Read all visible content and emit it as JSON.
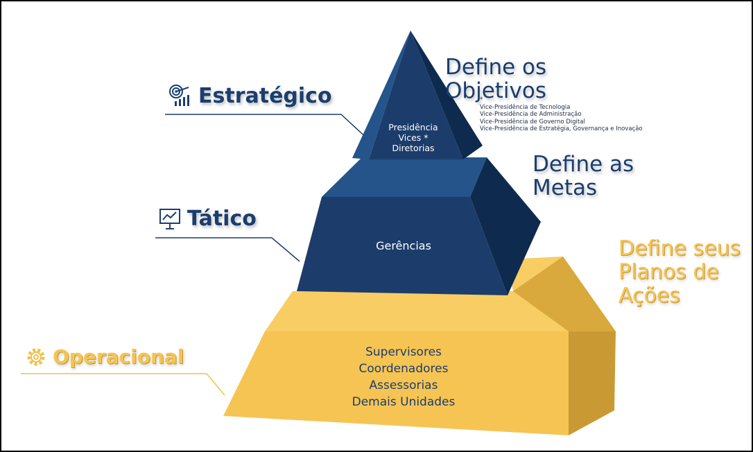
{
  "levels": {
    "estrategico": "Estratégico",
    "tatico": "Tático",
    "operacional": "Operacional"
  },
  "defines": {
    "objetivos": [
      "Define os",
      "Objetivos"
    ],
    "metas": [
      "Define as",
      "Metas"
    ],
    "planos": [
      "Define seus",
      "Planos de",
      "Ações"
    ]
  },
  "footnote": {
    "marker": "*",
    "items": [
      "Vice-Presidência de Tecnologia",
      "Vice-Presidência de Administração",
      "Vice-Presidência de Governo Digital",
      "Vice-Presidência de Estratégia, Governança e Inovação"
    ]
  },
  "pyramid": {
    "top": [
      "Presidência",
      "Vices *",
      "Diretorias"
    ],
    "middle": "Gerências",
    "bottom": [
      "Supervisores",
      "Coordenadores",
      "Assessorias",
      "Demais Unidades"
    ]
  },
  "colors": {
    "navy_front": "#1c3d6b",
    "navy_dark": "#0f2a4f",
    "navy_top": "#24548a",
    "gold_front": "#f6c453",
    "gold_side": "#c99a33",
    "gold_top": "#f8cd63"
  },
  "icons": [
    "target-chart-icon",
    "presentation-chart-icon",
    "gear-icon"
  ]
}
